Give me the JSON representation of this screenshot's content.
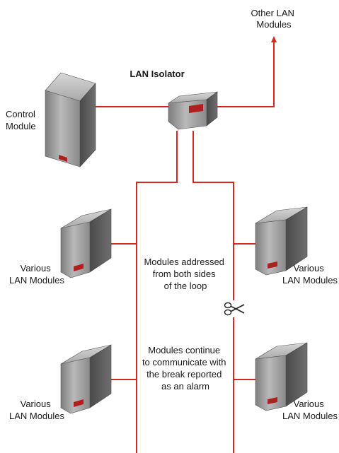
{
  "labels": {
    "other_lan_modules": [
      "Other LAN",
      "Modules"
    ],
    "lan_isolator": "LAN Isolator",
    "control_module": [
      "Control",
      "Module"
    ],
    "various_lan_modules": [
      "Various",
      "LAN Modules"
    ],
    "note_addressed": [
      "Modules addressed",
      "from both sides",
      "of the loop"
    ],
    "note_continue": [
      "Modules continue",
      "to communicate with",
      "the break reported",
      "as an alarm"
    ]
  },
  "colors": {
    "wire": "#d42a1e",
    "cabinet_front": "#9a9a9a",
    "cabinet_side": "#5e5e5e",
    "cabinet_top": "#c8c8c8",
    "indicator": "#b01f1f"
  },
  "icons": {
    "break": "scissors-icon"
  }
}
